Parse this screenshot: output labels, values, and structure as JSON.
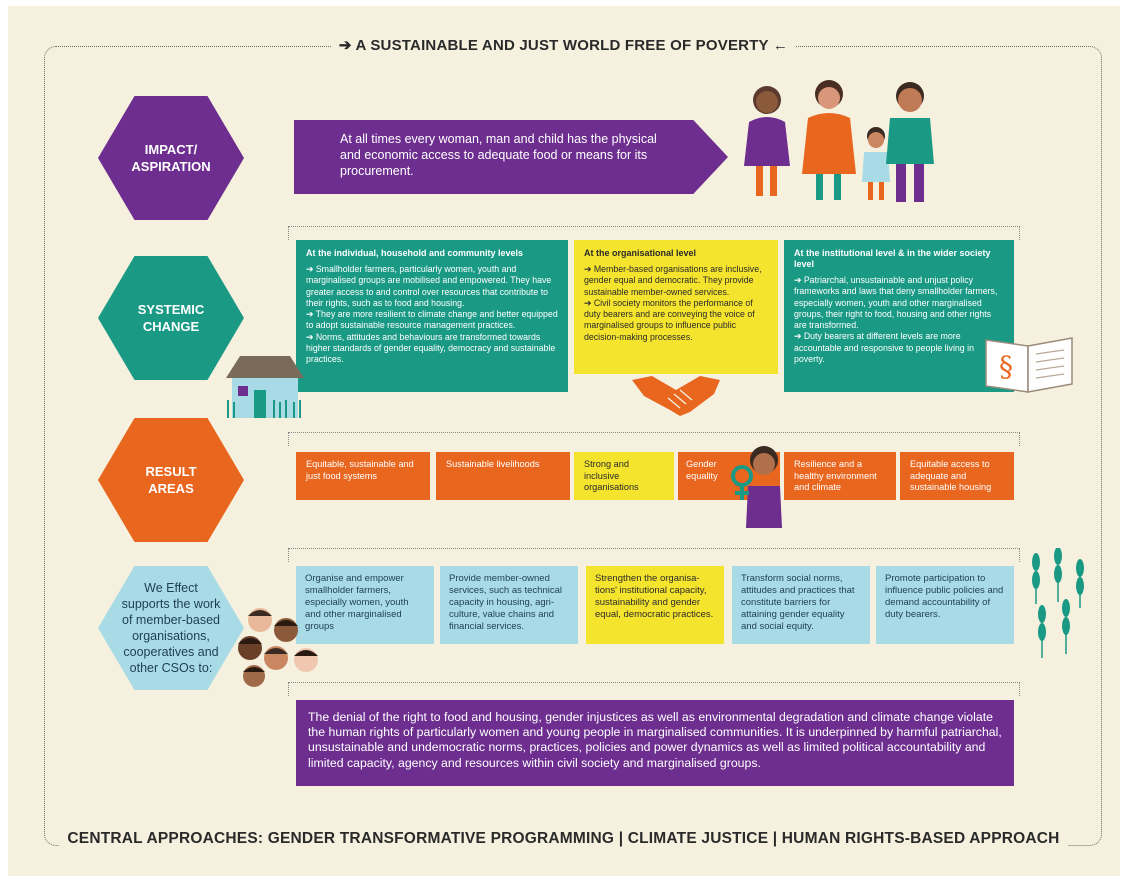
{
  "title": "A SUSTAINABLE AND JUST WORLD FREE OF POVERTY",
  "footer": "CENTRAL APPROACHES: GENDER TRANSFORMATIVE PROGRAMMING | CLIMATE JUSTICE | HUMAN RIGHTS-BASED APPROACH",
  "levels": {
    "impact": "IMPACT/\nASPIRATION",
    "systemic": "SYSTEMIC\nCHANGE",
    "result": "RESULT\nAREAS",
    "we_effect": "We Effect supports the work of member-based organisations, cooperatives and other CSOs to:"
  },
  "impact_text": "At all times every woman, man and child has the physical and economic access to adequate food or means for its procurement.",
  "systemic": [
    {
      "heading": "At the individual, household and community levels",
      "points": [
        "➔ Smallholder farmers, particularly women, youth and marginalised groups are mobilised and empowered. They have greater access to and control over resources that contribute to their rights, such as to food and housing.",
        "➔ They are more resilient to climate change and better equipped to adopt sustainable resource management practices.",
        "➔ Norms, attitudes and behaviours are transformed towards higher standards of gender equality, democracy and sustainable practices."
      ]
    },
    {
      "heading": "At the organisational level",
      "points": [
        "➔ Member-based organisations are inclusive, gender equal and democratic. They provide sustainable member-owned services.",
        "➔ Civil society monitors the performance of duty bearers and are conveying the voice of marginalised groups to influence public decision-making processes."
      ]
    },
    {
      "heading": "At the institutional level & in the wider society level",
      "points": [
        "➔ Patriarchal, unsustainable and unjust policy frameworks and laws that deny smallholder farmers, especially women, youth and other marginalised groups, their right to food, housing and other rights are transformed.",
        "➔ Duty bearers at different levels are more accountable and responsive to people living in poverty."
      ]
    }
  ],
  "result_areas": [
    "Equitable, sustainable and just food systems",
    "Sustainable livelihoods",
    "Strong and inclusive organisations",
    "Gender equality",
    "Resilience and a healthy environment and climate",
    "Equitable access to adequate and sustainable housing"
  ],
  "strategies": [
    "Organise and empower smallholder farmers, especially women, youth and other marginalised groups",
    "Provide member-owned services, such as technical capacity in housing, agri-culture, value chains and financial services.",
    "Strengthen the organisa-tions' institutional capacity, sustainability and gender equal, democratic practices.",
    "Transform social norms, attitudes and practices that constitute barriers for attaining gender equality and social equity.",
    "Promote participation to influence public policies and demand accountability of duty bearers."
  ],
  "problem_text": "The denial of the right to food and housing, gender injustices as well as environmental degradation and climate change violate the human rights of particularly women and young people in marginalised communities. It is underpinned by harmful patriarchal, unsustainable and undemocratic norms, practices, policies and power dynamics as well as limited political accountability and limited capacity, agency and resources within civil society and marginalised groups.",
  "book_symbol": "§",
  "colors": {
    "purple": "#6d2e8f",
    "teal": "#1a9a85",
    "orange": "#e9661f",
    "yellow": "#f5e42e",
    "light_blue": "#a9dbe6",
    "background": "#f6f1df"
  },
  "icons": [
    "family-illustration",
    "house-illustration",
    "handshake-icon",
    "book-icon",
    "woman-with-gender-symbol-illustration",
    "group-faces-illustration",
    "wheat-icon"
  ]
}
